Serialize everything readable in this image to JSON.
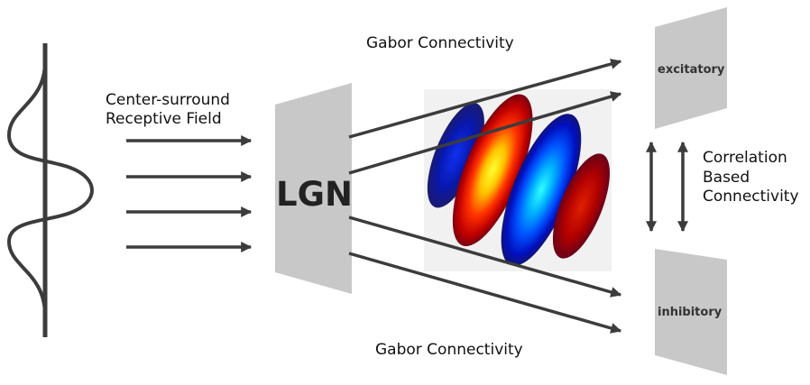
{
  "labels": {
    "gabor_top": "Gabor Connectivity",
    "gabor_bottom": "Gabor Connectivity",
    "center_surround": [
      "Center-surround",
      "Receptive Field"
    ],
    "lgn": "LGN",
    "excitatory": "excitatory",
    "inhibitory": "inhibitory",
    "correlation": [
      "Correlation",
      "Based",
      "Connectivity"
    ]
  },
  "colors": {
    "arrow": "#3c3c3c",
    "block": "#c9c8c8",
    "background": "#ffffff"
  }
}
